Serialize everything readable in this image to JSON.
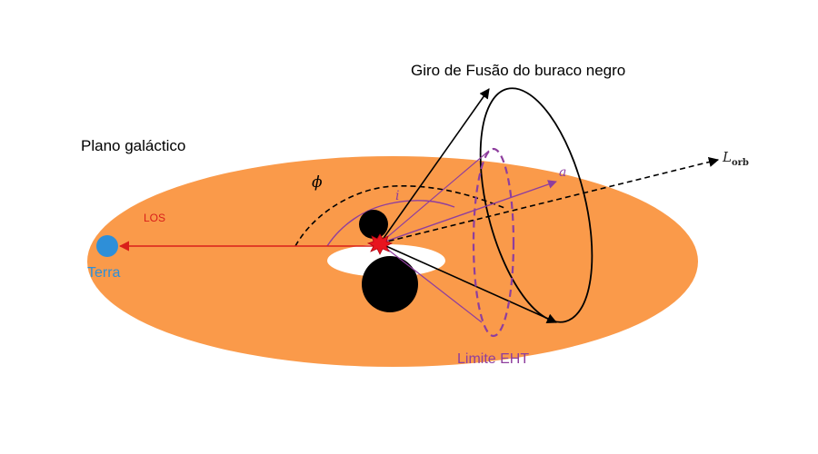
{
  "labels": {
    "galactic_plane": "Plano galáctico",
    "precession": "Giro de Fusão do buraco negro",
    "los": "LOS",
    "earth": "Terra",
    "eht_limit": "Limite EHT",
    "phi": "ϕ",
    "incl": "i",
    "spin": "a",
    "l_orb_main": "L",
    "l_orb_sub": "orb"
  },
  "colors": {
    "disk": "#fa9a4a",
    "los": "#d9201a",
    "earth": "#2e8fd8",
    "eht": "#8e3e9e",
    "ink": "#000000",
    "burst": "#e8141e"
  }
}
